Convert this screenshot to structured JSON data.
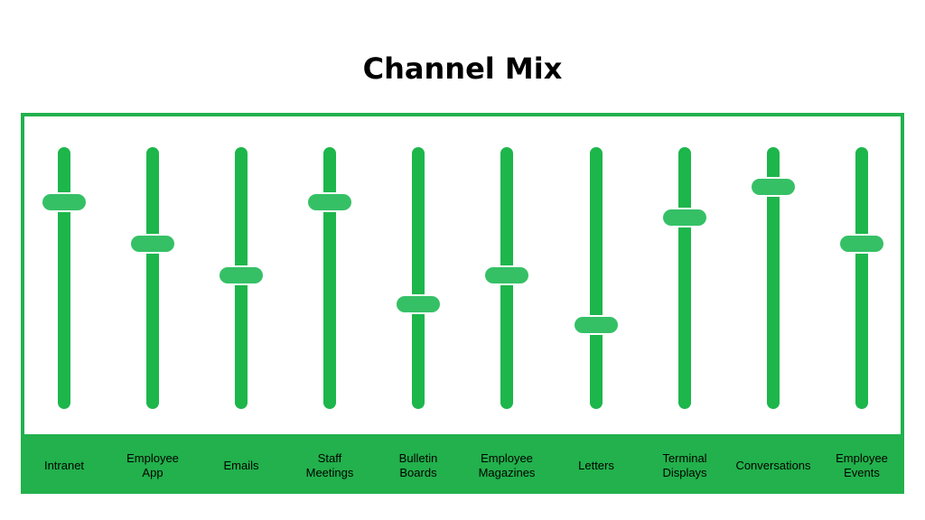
{
  "title": "Channel Mix",
  "colors": {
    "accent": "#22b14c",
    "track": "#1db64b",
    "knob": "#35c066",
    "background": "#ffffff"
  },
  "channels": [
    {
      "label": "Intranet",
      "level": 0.79
    },
    {
      "label": "Employee\nApp",
      "level": 0.63
    },
    {
      "label": "Emails",
      "level": 0.51
    },
    {
      "label": "Staff\nMeetings",
      "level": 0.79
    },
    {
      "label": "Bulletin\nBoards",
      "level": 0.4
    },
    {
      "label": "Employee\nMagazines",
      "level": 0.51
    },
    {
      "label": "Letters",
      "level": 0.32
    },
    {
      "label": "Terminal\nDisplays",
      "level": 0.73
    },
    {
      "label": "Conversations",
      "level": 0.85
    },
    {
      "label": "Employee\nEvents",
      "level": 0.63
    }
  ]
}
